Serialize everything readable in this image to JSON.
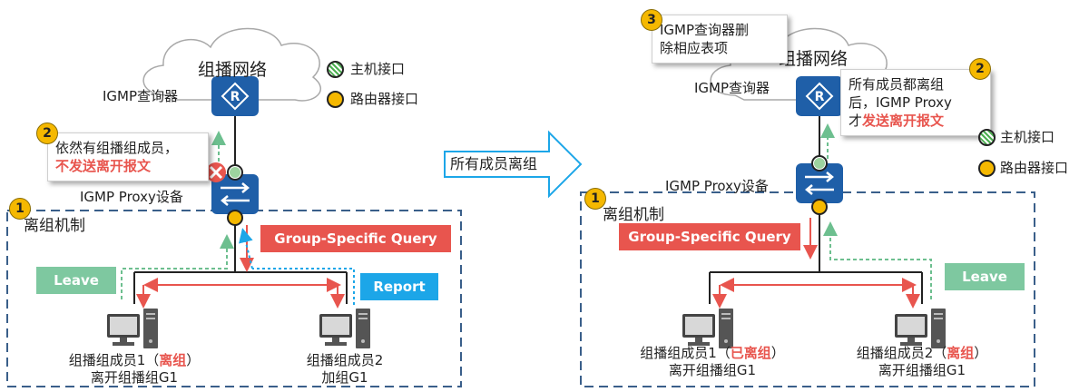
{
  "left": {
    "cloud_label": "组播网络",
    "querier_label": "IGMP查询器",
    "proxy_label": "IGMP Proxy设备",
    "legend": {
      "host_if": "主机接口",
      "router_if": "路由器接口"
    },
    "callout2": {
      "badge": "2",
      "line1": "依然有组播组成员，",
      "line2_red": "不发送离开报文"
    },
    "box": {
      "badge": "1",
      "title": "离组机制"
    },
    "gsq": "Group-Specific Query",
    "leave": "Leave",
    "report": "Report",
    "member1": {
      "line1_pre": "组播组成员1（",
      "line1_red": "离组",
      "line1_post": "）",
      "line2": "离开组播组G1"
    },
    "member2": {
      "line1": "组播组成员2",
      "line2": "加组G1"
    }
  },
  "middle_arrow_label": "所有成员离组",
  "right": {
    "cloud_label": "组播网络",
    "querier_label": "IGMP查询器",
    "proxy_label": "IGMP Proxy设备",
    "legend": {
      "host_if": "主机接口",
      "router_if": "路由器接口"
    },
    "callout3": {
      "badge": "3",
      "line1": "IGMP查询器删",
      "line2": "除相应表项"
    },
    "callout2": {
      "badge": "2",
      "line1": "所有成员都离组",
      "line2": "后，IGMP Proxy",
      "line3_pre": "才",
      "line3_red": "发送离开报文"
    },
    "box": {
      "badge": "1",
      "title": "离组机制"
    },
    "gsq": "Group-Specific Query",
    "leave": "Leave",
    "member1": {
      "line1_pre": "组播组成员1（",
      "line1_red": "已离组",
      "line1_post": "）",
      "line2": "离开组播组G1"
    },
    "member2": {
      "line1_pre": "组播组成员2（",
      "line1_red": "离组",
      "line1_post": "）",
      "line2": "离开组播组G1"
    }
  },
  "colors": {
    "device_blue": "#1f5fa8",
    "gsq_red": "#e8554e",
    "leave_green": "#7ec8a0",
    "report_blue": "#1ca6e8",
    "box_dash": "#3a5f8a",
    "accent_yellow": "#f5b800"
  }
}
